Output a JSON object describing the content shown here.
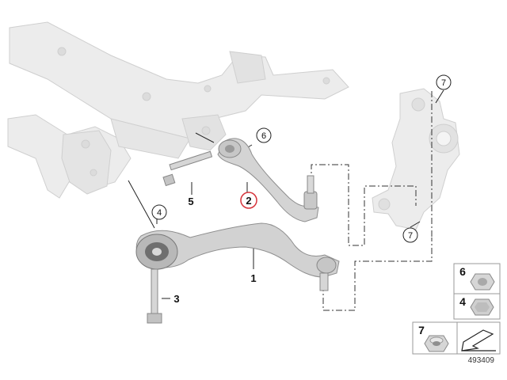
{
  "diagram": {
    "callouts": {
      "c1": "1",
      "c2": "2",
      "c3": "3",
      "c4": "4",
      "c5": "5",
      "c6": "6",
      "c7a": "7",
      "c7b": "7"
    },
    "legend": {
      "item6": "6",
      "item4": "4",
      "item7": "7"
    },
    "image_number": "493409",
    "colors": {
      "ghost_part": "#e9e9e9",
      "ghost_edge": "#c9c9c9",
      "arm": "#d2d2d2",
      "arm_edge": "#8f8f8f",
      "highlight_ring": "#d6333a",
      "line": "#222222"
    }
  }
}
